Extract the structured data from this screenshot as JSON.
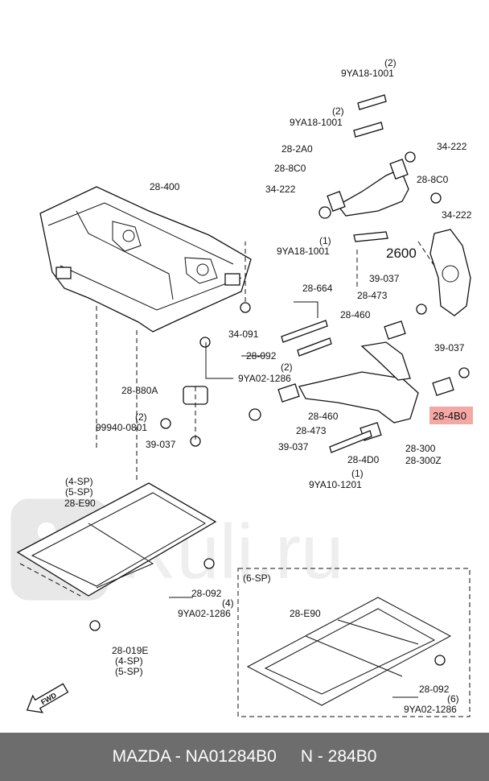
{
  "callouts": {
    "qty_top_2a": "(2)",
    "bolt_top_1": "9YA18-1001",
    "qty_top_2b": "(2)",
    "bolt_top_2": "9YA18-1001",
    "upper_arm": "28-2A0",
    "bushing_left": "28-8C0",
    "nut_right_top": "34-222",
    "bushing_right": "28-8C0",
    "nut_left": "34-222",
    "nut_right_mid": "34-222",
    "qty_bolt_1": "(1)",
    "bolt_mid": "9YA18-1001",
    "knuckle_ref": "2600",
    "crossmember": "28-400",
    "nut_bolt_set": "28-664",
    "nut_39037_a": "39-037",
    "washer_28473_a": "28-473",
    "washer_28460_a": "28-460",
    "nut_34091": "34-091",
    "bracket_28092": "28-092",
    "qty_2_bolt": "(2)",
    "bolt_9ya02": "9YA02-1286",
    "nut_39037_b": "39-037",
    "mount_28880a": "28-880A",
    "qty_2_nut": "(2)",
    "nut_99940": "99940-0801",
    "nut_39037_c": "39-037",
    "highlight_part": "28-4B0",
    "washer_28460_b": "28-460",
    "washer_28473_b": "28-473",
    "nut_39037_d": "39-037",
    "bushing_28400": "28-4D0",
    "lower_arm": "28-300",
    "lower_arm_z": "28-300Z",
    "qty_1_bolt": "(1)",
    "bolt_9ya10": "9YA10-1201",
    "variant_4sp": "(4-SP)",
    "variant_5sp": "(5-SP)",
    "brace_28e90": "28-E90",
    "bracket_28092_b": "28-092",
    "qty_4": "(4)",
    "bolt_9ya02_b": "9YA02-1286",
    "bolt_28019e": "28-019E",
    "variant_4sp_b": "(4-SP)",
    "variant_5sp_b": "(5-SP)",
    "variant_6sp": "(6-SP)",
    "brace_28e90_b": "28-E90",
    "bracket_28092_c": "28-092",
    "qty_6": "(6)",
    "bolt_9ya02_c": "9YA02-1286",
    "fwd": "FWD"
  },
  "highlight_color": "#f4a7a3",
  "watermark": "Ruli.ru",
  "footer": {
    "left": "MAZDA - NA01284B0",
    "right": "N - 284B0"
  }
}
